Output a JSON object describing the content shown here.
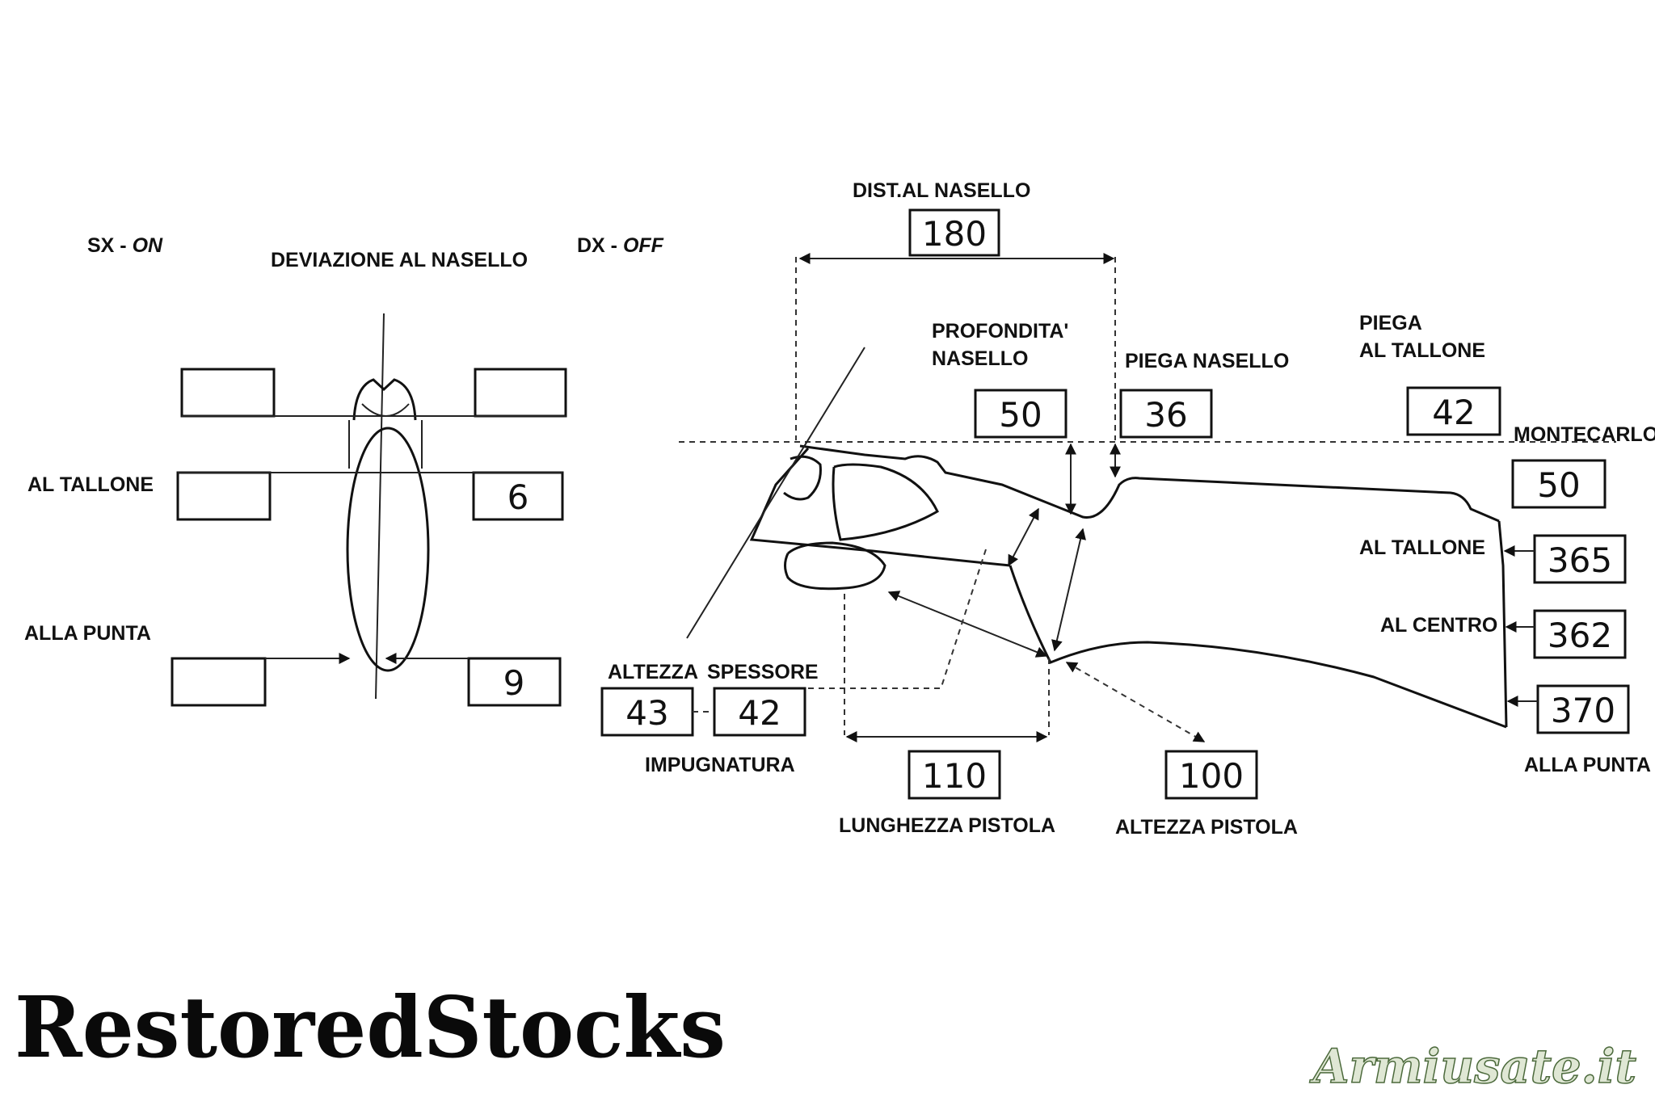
{
  "front_view": {
    "sx": "SX",
    "sx_on": "ON",
    "dx": "DX",
    "dx_off": "OFF",
    "separator": " - ",
    "title": "DEVIAZIONE AL NASELLO",
    "heel_label": "AL TALLONE",
    "toe_label": "ALLA PUNTA",
    "heel_value": "6",
    "toe_value": "9"
  },
  "side_view": {
    "dist_nasello_label": "DIST.AL NASELLO",
    "dist_nasello_value": "180",
    "profondita_label_1": "PROFONDITA'",
    "profondita_label_2": "NASELLO",
    "profondita_value": "50",
    "piega_nasello_label": "PIEGA NASELLO",
    "piega_nasello_value": "36",
    "piega_tallone_label_1": "PIEGA",
    "piega_tallone_label_2": "AL TALLONE",
    "piega_tallone_value": "42",
    "montecarlo_label": "MONTECARLO",
    "montecarlo_value": "50",
    "al_tallone_label": "AL TALLONE",
    "al_tallone_value": "365",
    "al_centro_label": "AL CENTRO",
    "al_centro_value": "362",
    "alla_punta_label": "ALLA PUNTA",
    "alla_punta_value": "370",
    "altezza_label": "ALTEZZA",
    "altezza_value": "43",
    "spessore_label": "SPESSORE",
    "spessore_value": "42",
    "impugnatura_label": "IMPUGNATURA",
    "lunghezza_pistola_label": "LUNGHEZZA PISTOLA",
    "lunghezza_pistola_value": "110",
    "altezza_pistola_label": "ALTEZZA PISTOLA",
    "altezza_pistola_value": "100"
  },
  "branding": {
    "logo_text": "RestoredStocks",
    "watermark": "Armiusate.it"
  },
  "colors": {
    "ink": "#111111",
    "watermark_fill": "#dfe7d4",
    "watermark_stroke": "#4c6a3c"
  }
}
